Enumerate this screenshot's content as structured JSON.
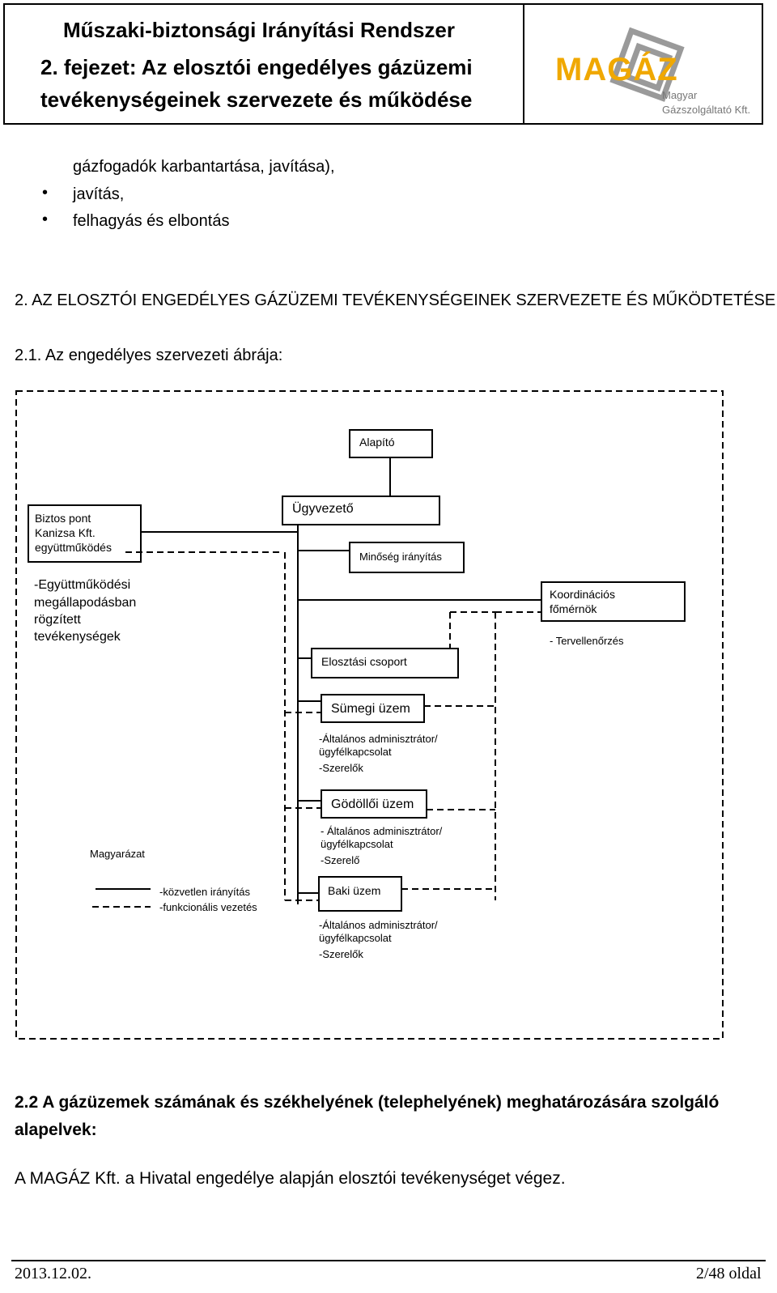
{
  "header": {
    "title": "Műszaki-biztonsági Irányítási Rendszer",
    "chapter_line1": "2. fejezet: Az elosztói engedélyes gázüzemi",
    "chapter_line2": "tevékenységeinek szervezete és működése",
    "logo_word": "MAGÁZ",
    "logo_sub1": "Magyar",
    "logo_sub2": "Gázszolgáltató Kft."
  },
  "intro": {
    "line1": "gázfogadók karbantartása, javítása),",
    "bullets": [
      "javítás,",
      "felhagyás és elbontás"
    ]
  },
  "section2_title": "2. AZ ELOSZTÓI ENGEDÉLYES GÁZÜZEMI TEVÉKENYSÉGEINEK SZERVEZETE ÉS MŰKÖDTETÉSE:",
  "section21_title": "2.1. Az engedélyes szervezeti ábrája:",
  "org": {
    "alapito": "Alapító",
    "ugyvezeto": "Ügyvezető",
    "minoseg": "Minőség irányítás",
    "biztos_1": "Biztos pont",
    "biztos_2": "Kanizsa Kft.",
    "biztos_3": "együttműködés",
    "egyutt_1": "-Együttműködési",
    "egyutt_2": "megállapodásban",
    "egyutt_3": "rögzített",
    "egyutt_4": "tevékenységek",
    "koord_1": "Koordinációs",
    "koord_2": "főmérnök",
    "tervell": "- Tervellenőrzés",
    "elosztasi": "Elosztási csoport",
    "sumegi": "Sümegi üzem",
    "sumegi_d1": "-Általános adminisztrátor/",
    "sumegi_d2": "ügyfélkapcsolat",
    "sumegi_d3": "-Szerelők",
    "godolloi": "Gödöllői üzem",
    "godolloi_d1": "- Általános adminisztrátor/",
    "godolloi_d2": "ügyfélkapcsolat",
    "godolloi_d3": "-Szerelő",
    "baki": "Baki üzem",
    "baki_d1": "-Általános adminisztrátor/",
    "baki_d2": "ügyfélkapcsolat",
    "baki_d3": "-Szerelők",
    "legend_title": "Magyarázat",
    "legend_solid": "-közvetlen irányítás",
    "legend_dashed": "-funkcionális vezetés"
  },
  "section22_line1": "2.2 A gázüzemek számának és székhelyének (telephelyének) meghatározására szolgáló",
  "section22_line2": "alapelvek:",
  "closing": "A MAGÁZ Kft. a Hivatal engedélye alapján elosztói tevékenységet végez.",
  "footer": {
    "date": "2013.12.02.",
    "page": "2/48 oldal"
  }
}
